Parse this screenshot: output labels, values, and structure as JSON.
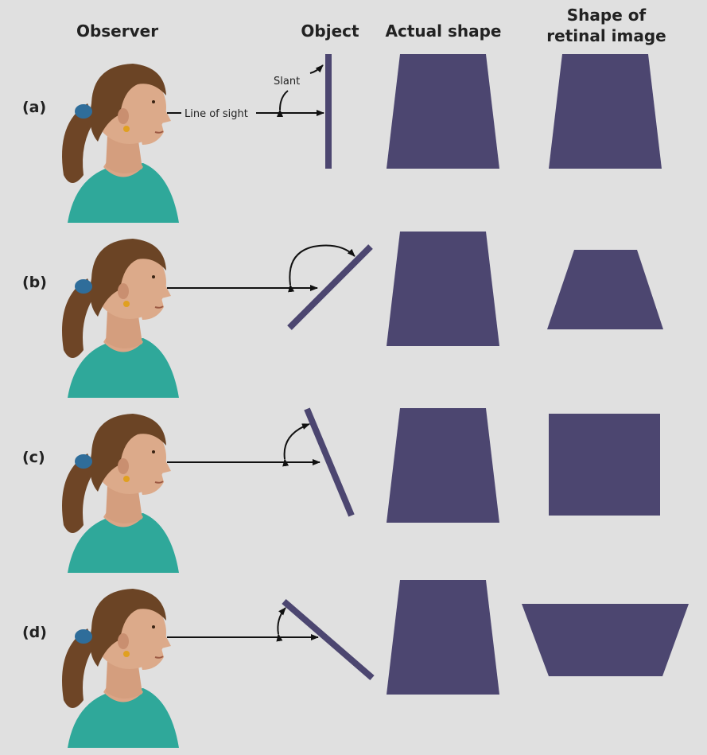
{
  "headers": {
    "observer": "Observer",
    "object": "Object",
    "actual_shape": "Actual shape",
    "retinal_line1": "Shape of",
    "retinal_line2": "retinal image"
  },
  "annotations": {
    "line_of_sight": "Line of sight",
    "slant": "Slant"
  },
  "rows": [
    {
      "label": "(a)"
    },
    {
      "label": "(b)"
    },
    {
      "label": "(c)"
    },
    {
      "label": "(d)"
    }
  ],
  "colors": {
    "shape_fill": "#4c4670",
    "background": "#e0e0e0",
    "shirt": "#2fa89a",
    "skin": "#d9a381",
    "hair": "#6b4425",
    "scrunchie": "#2f6d9a",
    "earring": "#e0a020"
  }
}
